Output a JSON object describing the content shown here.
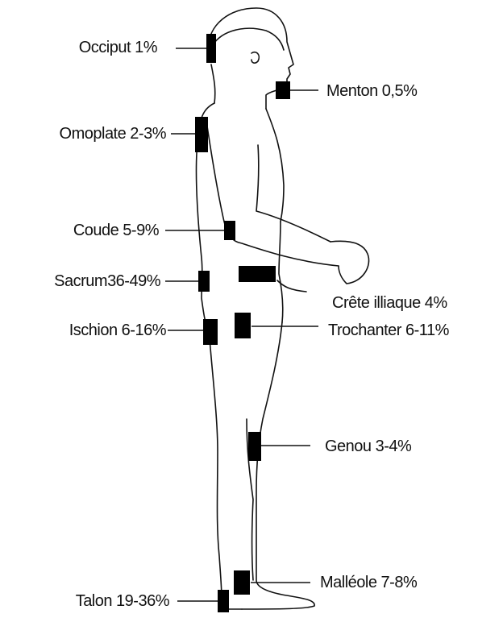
{
  "labels": {
    "occiput": "Occiput 1%",
    "menton": "Menton 0,5%",
    "omoplate": "Omoplate 2-3%",
    "coude": "Coude 5-9%",
    "sacrum": "Sacrum36-49%",
    "crete": "Crête illiaque 4%",
    "ischion": "Ischion 6-16%",
    "trochanter": "Trochanter 6-11%",
    "genou": "Genou 3-4%",
    "malleole": "Malléole 7-8%",
    "talon": "Talon 19-36%"
  },
  "colors": {
    "line": "#111111",
    "marker": "#000000",
    "text": "#111111"
  }
}
